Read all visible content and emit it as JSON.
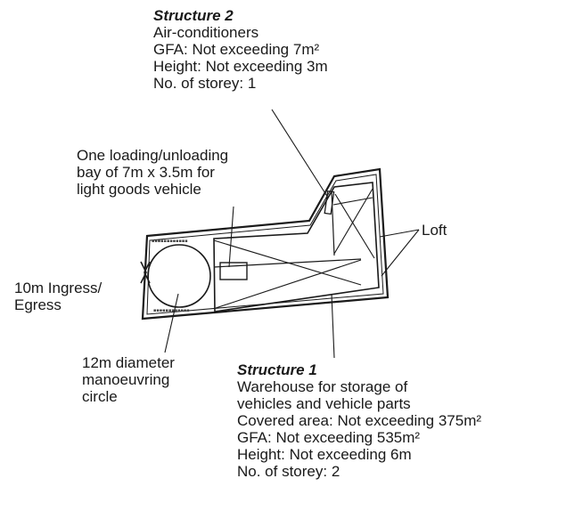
{
  "structure_2": {
    "title": "Structure 2",
    "lines": [
      "Air-conditioners",
      "GFA: Not exceeding 7m²",
      "Height: Not exceeding 3m",
      "No. of storey: 1"
    ]
  },
  "loading_bay": {
    "lines": [
      "One loading/unloading",
      "bay of 7m x 3.5m for",
      "light goods vehicle"
    ]
  },
  "loft": {
    "label": "Loft"
  },
  "ingress": {
    "lines": [
      "10m Ingress/",
      "Egress"
    ]
  },
  "manoeuvring": {
    "lines": [
      "12m diameter",
      "manoeuvring",
      "circle"
    ]
  },
  "structure_1": {
    "title": "Structure 1",
    "lines": [
      "Warehouse for storage of",
      "vehicles and vehicle parts",
      "Covered area: Not exceeding 375m²",
      "GFA: Not exceeding 535m²",
      "Height: Not exceeding 6m",
      "No. of storey: 2"
    ]
  }
}
